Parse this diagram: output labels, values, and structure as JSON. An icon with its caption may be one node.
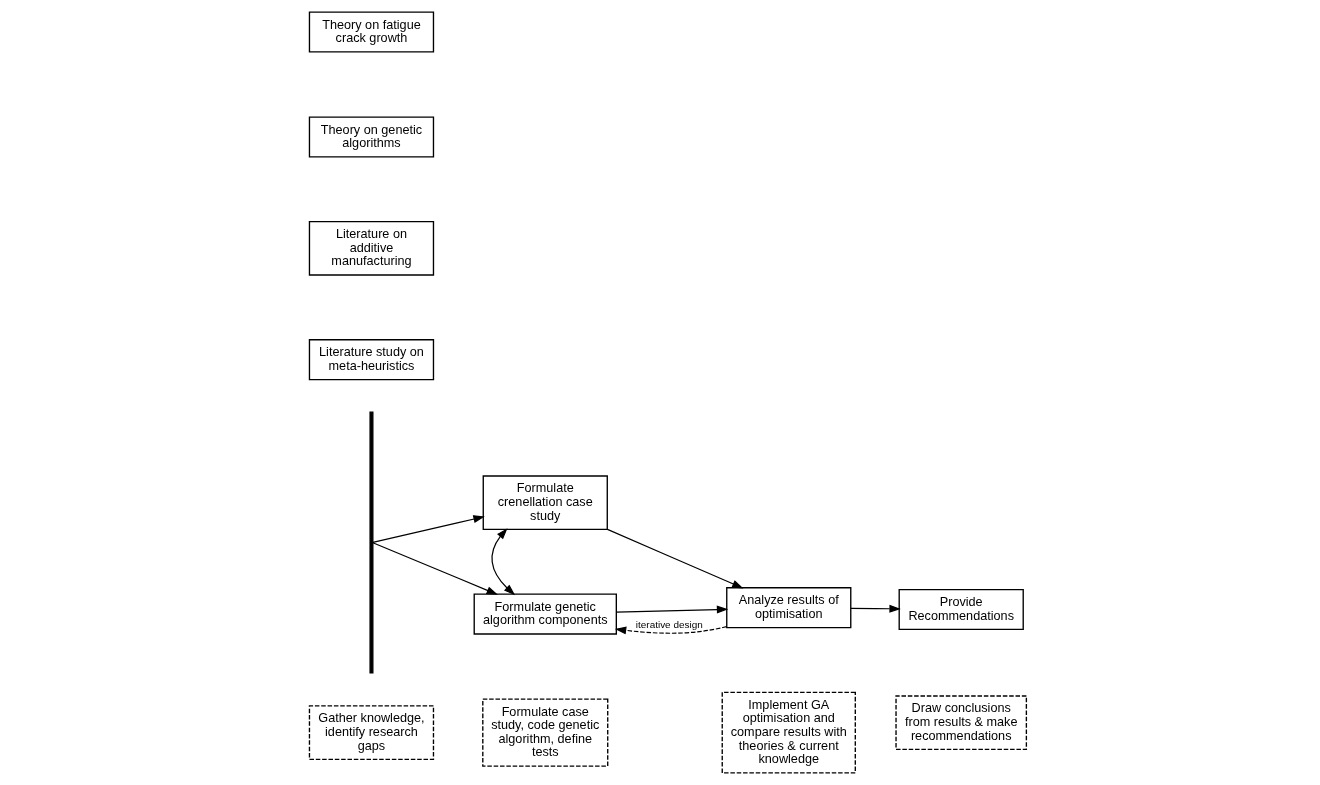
{
  "diagram": {
    "nodes": [
      {
        "text": [
          "Theory on fatigue crack growth"
        ]
      },
      {
        "text": [
          "Theory on genetic algorithms"
        ]
      },
      {
        "text": [
          "Literature on additive manufacturing"
        ]
      },
      {
        "text": [
          "Literature study on meta-heuristics"
        ]
      },
      {
        "text": [
          "Formulate crenellation case study"
        ]
      },
      {
        "text": [
          "Formulate genetic algorithm components"
        ]
      },
      {
        "text": [
          "Analyze results of optimisation"
        ]
      },
      {
        "text": [
          "Provide Recommendations"
        ]
      },
      {
        "text": [],
        "shape": "bar"
      },
      {
        "text": [
          "Gather knowledge, identify research gaps"
        ]
      },
      {
        "text": [
          "Formulate case study, code genetic algorithm, define tests"
        ]
      },
      {
        "text": [
          "Implement GA optimisation and compare results with theories & current knowledge"
        ]
      },
      {
        "text": [
          "Draw conclusions from results & make recommendations"
        ]
      }
    ],
    "edges": [
      {
        "from": 8,
        "to": 4,
        "arrow": "to"
      },
      {
        "from": 8,
        "to": 5,
        "arrow": "to"
      },
      {
        "from": 4,
        "to": 5,
        "arrow": "both"
      },
      {
        "from": 4,
        "to": 6,
        "arrow": "to"
      },
      {
        "from": 5,
        "to": 6,
        "arrow": "to"
      },
      {
        "from": 6,
        "to": 7,
        "arrow": "to"
      },
      {
        "from": 6,
        "to": 5,
        "arrow": "to",
        "style": "dashed",
        "label": "iterative design"
      }
    ]
  }
}
